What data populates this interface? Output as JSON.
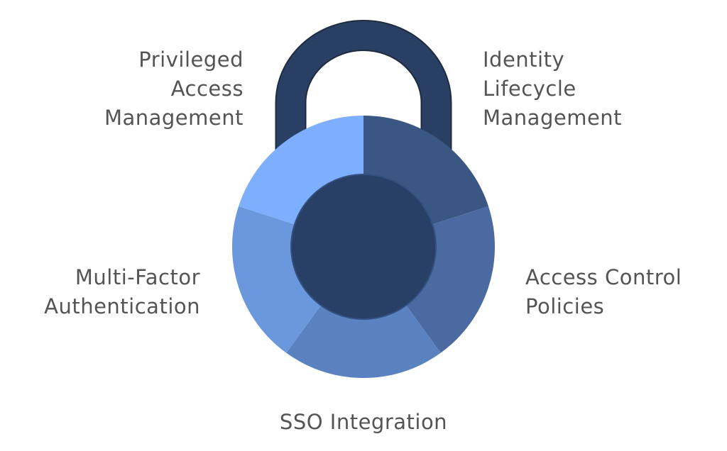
{
  "colors": {
    "shackle": "#2a3f64",
    "center": "#283f66",
    "segments": [
      "#3a5783",
      "#4a6aa1",
      "#5b82c0",
      "#6b98dd",
      "#7eafff"
    ],
    "text": "#545454"
  },
  "labels": {
    "privileged": [
      "Privileged",
      "Access",
      "Management"
    ],
    "identity": [
      "Identity",
      "Lifecycle",
      "Management"
    ],
    "mfa": [
      "Multi-Factor",
      "Authentication"
    ],
    "access_control": [
      "Access Control",
      "Policies"
    ],
    "sso": "SSO Integration"
  }
}
